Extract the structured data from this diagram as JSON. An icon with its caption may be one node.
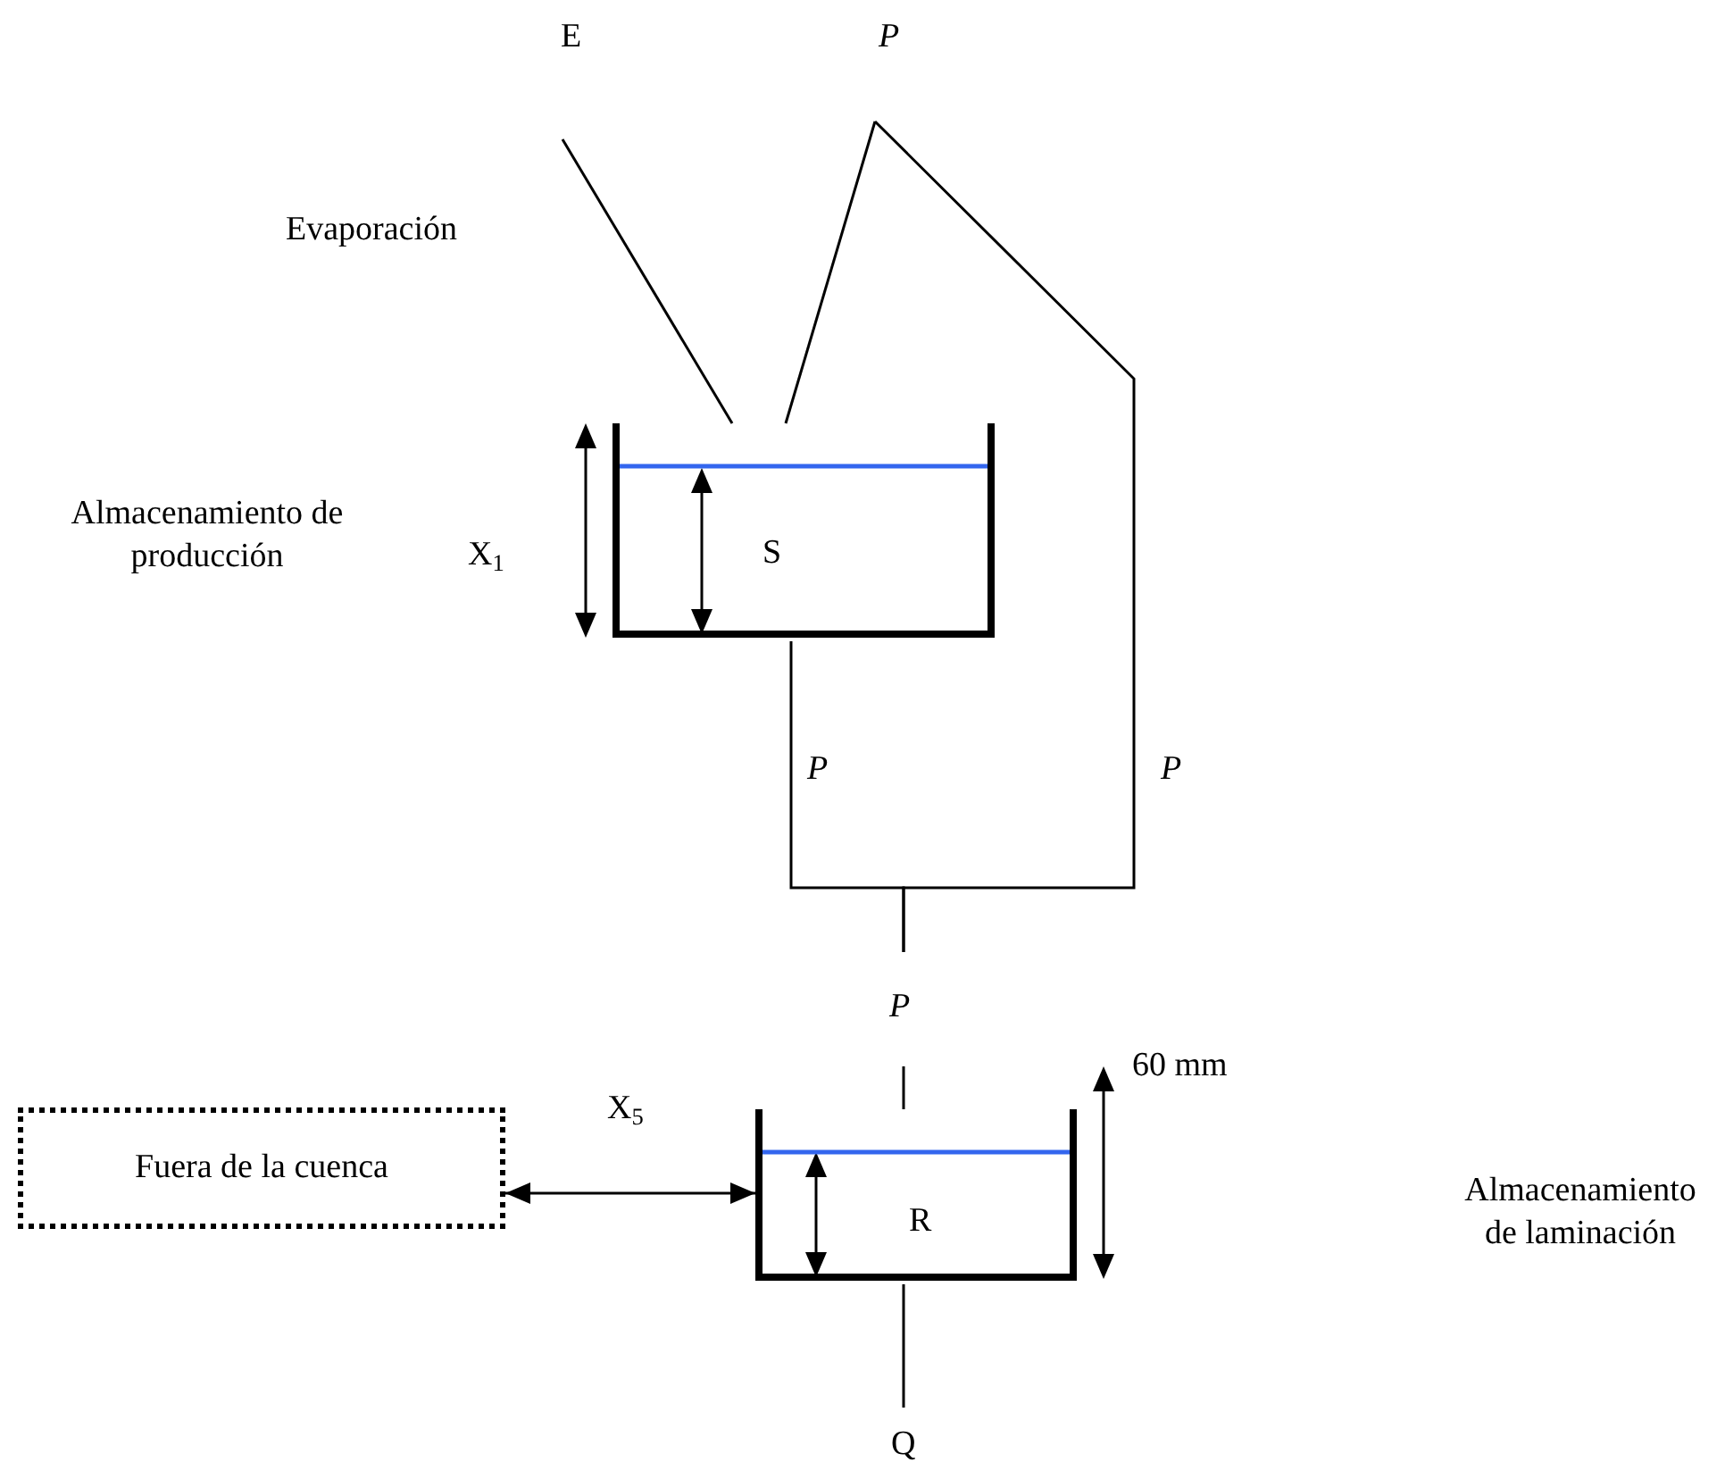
{
  "diagram": {
    "nodes": [
      {
        "text": [
          "E"
        ]
      },
      {
        "text": [
          "P"
        ]
      },
      {
        "text": [
          "S"
        ]
      },
      {
        "text": [
          "P"
        ]
      },
      {
        "text": [
          "Fuera de la cuenca"
        ]
      },
      {
        "text": [
          "R"
        ]
      },
      {
        "text": [
          "Q"
        ]
      }
    ],
    "edges": [
      {
        "from": 2,
        "to": 0,
        "arrow": "none",
        "label": "Evaporación"
      },
      {
        "from": 1,
        "to": 2,
        "arrow": "none"
      },
      {
        "from": 1,
        "to": 3,
        "arrow": "none",
        "label": "P"
      },
      {
        "from": 2,
        "to": 3,
        "arrow": "none",
        "label": "P"
      },
      {
        "from": 4,
        "to": 5,
        "arrow": "both",
        "label": "X$_{5}$"
      },
      {
        "from": 3,
        "to": 5,
        "arrow": "none"
      },
      {
        "from": 5,
        "to": 6,
        "arrow": "none"
      }
    ],
    "labels": [
      "Almacenamiento de producción",
      "X$_{1}$",
      "60 mm",
      "Almacenamiento de laminación"
    ]
  }
}
